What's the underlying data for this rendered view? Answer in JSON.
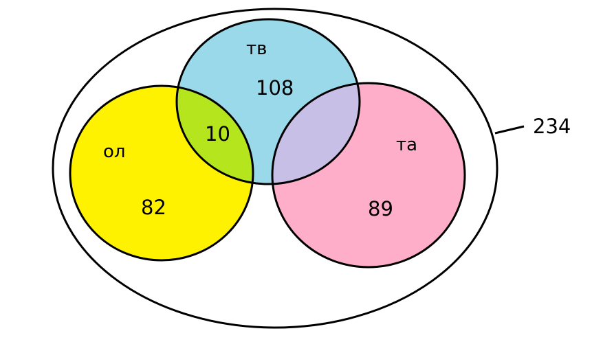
{
  "diagram": {
    "type": "venn",
    "universe": {
      "label": "234",
      "color": "#ffffff"
    },
    "sets": [
      {
        "id": "ol",
        "label": "ол",
        "color": "#fff200",
        "only_value": "82"
      },
      {
        "id": "tv",
        "label": "тв",
        "color": "#99d9ea",
        "only_value": "108"
      },
      {
        "id": "ta",
        "label": "та",
        "color": "#ffaec9",
        "only_value": "89"
      }
    ],
    "overlaps": [
      {
        "sets": [
          "ol",
          "tv"
        ],
        "value": "10",
        "color": "#b5e61d"
      },
      {
        "sets": [
          "tv",
          "ta"
        ],
        "value": "",
        "color": "#c8bfe7"
      }
    ],
    "stroke_color": "#000000"
  }
}
